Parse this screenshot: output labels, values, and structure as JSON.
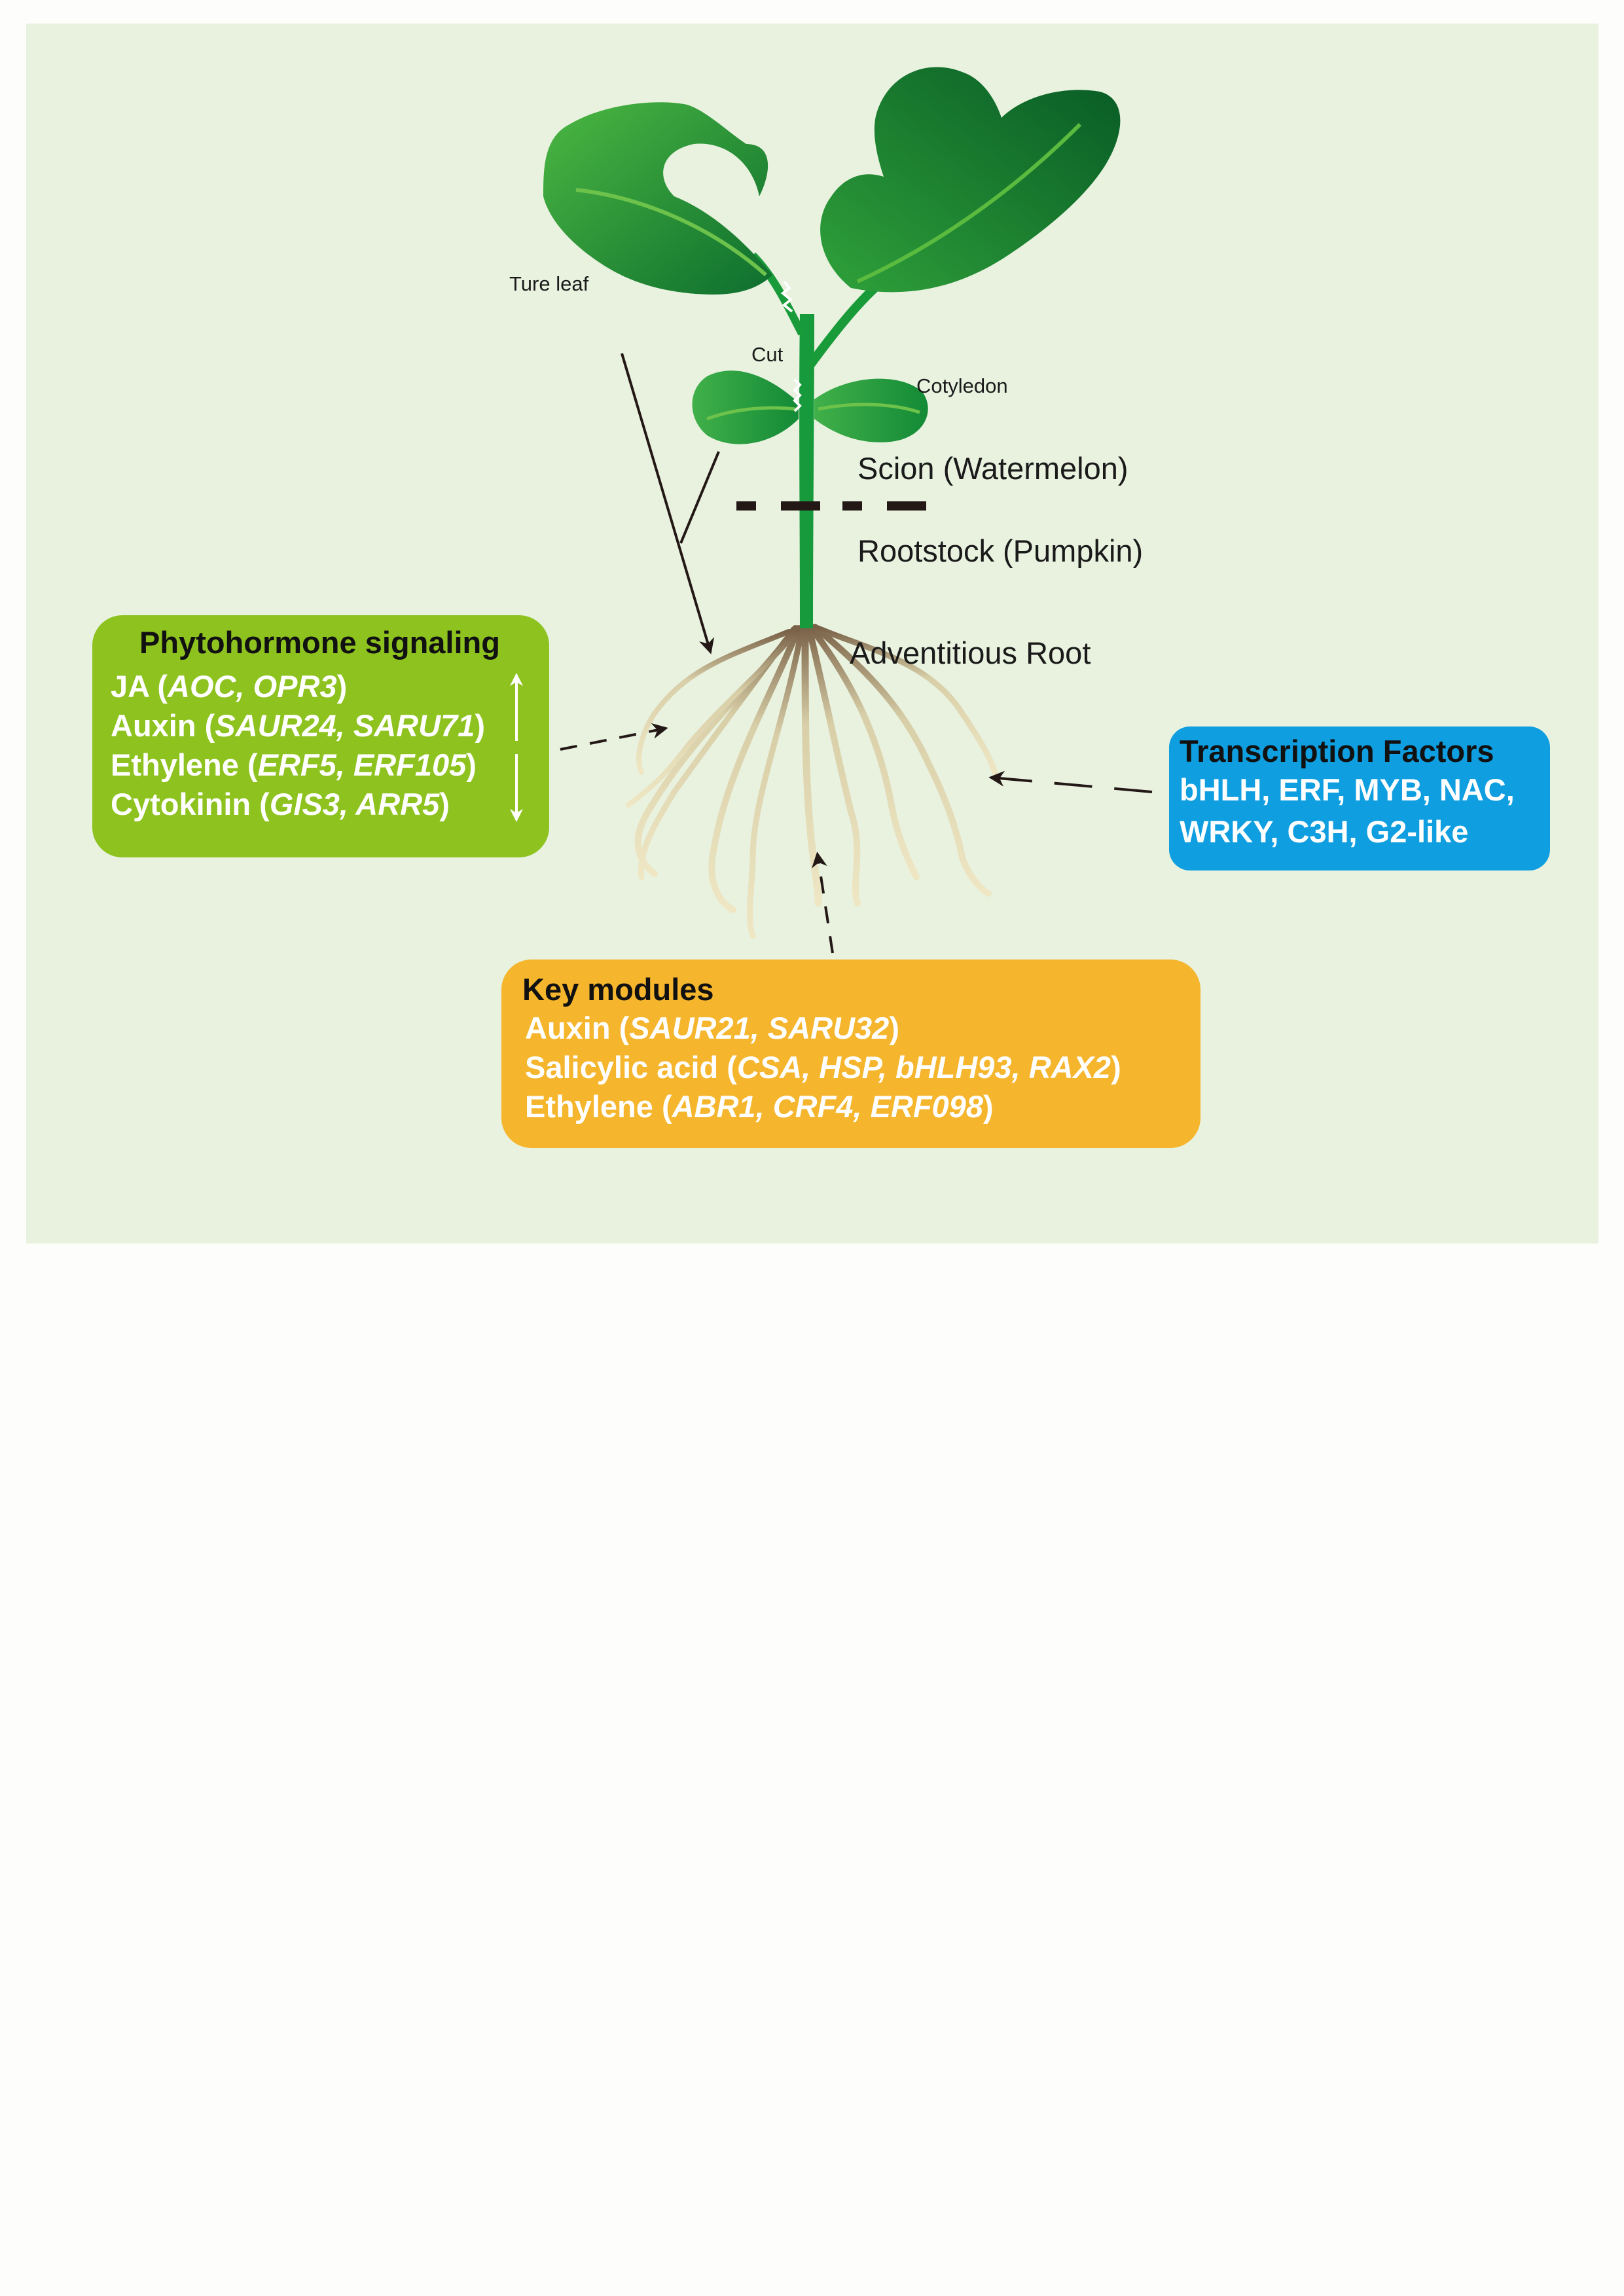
{
  "labels": {
    "true_leaf": "Ture leaf",
    "cut": "Cut",
    "cotyledon": "Cotyledon",
    "scion": "Scion (Watermelon)",
    "rootstock": "Rootstock (Pumpkin)",
    "adventitious_root": "Adventitious Root"
  },
  "phytohormone": {
    "title": "Phytohormone signaling",
    "rows": [
      {
        "prefix": "JA (",
        "genes": "AOC, OPR3",
        "suffix": ")"
      },
      {
        "prefix": "Auxin (",
        "genes": "SAUR24, SARU71",
        "suffix": ")"
      },
      {
        "prefix": "Ethylene (",
        "genes": "ERF5, ERF105",
        "suffix": ")"
      },
      {
        "prefix": "Cytokinin (",
        "genes": "GIS3, ARR5",
        "suffix": ")"
      }
    ],
    "up_arrow": "up-arrow-icon",
    "down_arrow": "down-arrow-icon"
  },
  "transcription_factors": {
    "title": "Transcription Factors",
    "line1": "bHLH, ERF, MYB, NAC,",
    "line2": "WRKY, C3H, G2-like"
  },
  "key_modules": {
    "title": "Key modules",
    "rows": [
      {
        "prefix": "Auxin (",
        "genes": "SAUR21, SARU32",
        "suffix": ")"
      },
      {
        "prefix": "Salicylic acid (",
        "genes": "CSA, HSP, bHLH93, RAX2",
        "suffix": ")"
      },
      {
        "prefix": "Ethylene (",
        "genes": "ABR1, CRF4, ERF098",
        "suffix": ")"
      }
    ]
  },
  "colors": {
    "background_panel": "#e8f2df",
    "phytohormone_box": "#8dc21f",
    "tf_box": "#0f9ee0",
    "key_box": "#f5b52c",
    "leaf_dark": "#0c6b2c",
    "leaf_light": "#3aaa35",
    "root": "#d9cfa6"
  }
}
